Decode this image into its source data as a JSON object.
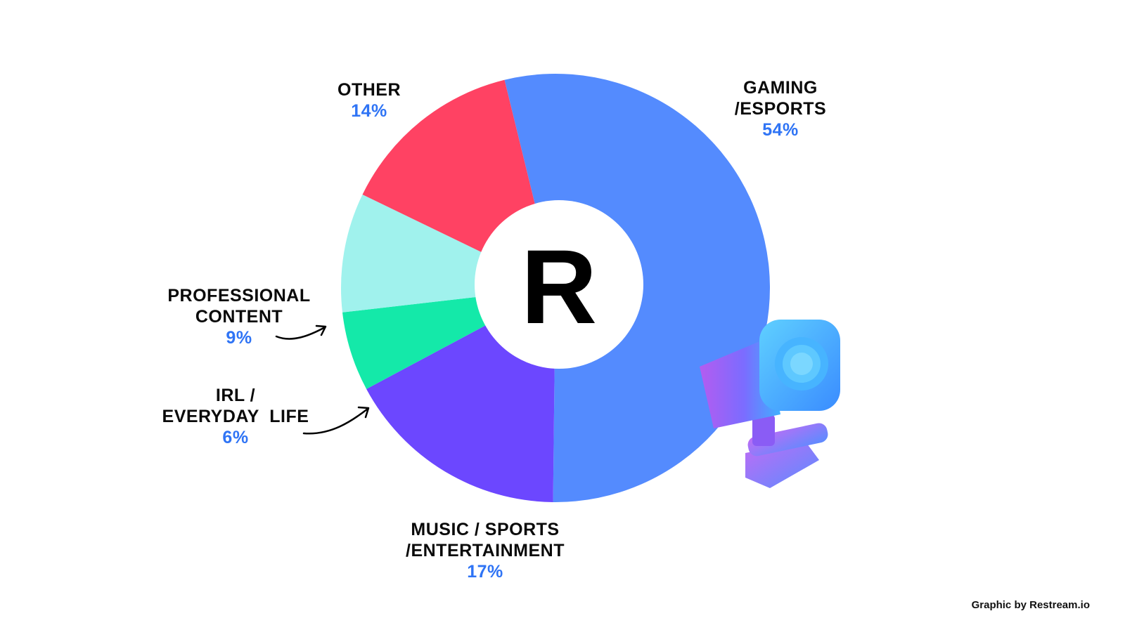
{
  "chart_data": {
    "type": "pie",
    "donut": true,
    "center_mark": "R",
    "slices": [
      {
        "key": "gaming",
        "name_lines": [
          "GAMING",
          "/ESPORTS"
        ],
        "percent_label": "54%",
        "value": 54,
        "color": "#548bfe"
      },
      {
        "key": "music",
        "name_lines": [
          "MUSIC / SPORTS",
          "/ENTERTAINMENT"
        ],
        "percent_label": "17%",
        "value": 17,
        "color": "#6c47ff"
      },
      {
        "key": "irl",
        "name_lines": [
          "IRL /",
          "EVERYDAY  LIFE"
        ],
        "percent_label": "6%",
        "value": 6,
        "color": "#14e9a9"
      },
      {
        "key": "professional",
        "name_lines": [
          "PROFESSIONAL",
          "CONTENT"
        ],
        "percent_label": "9%",
        "value": 9,
        "color": "#a0f2ed"
      },
      {
        "key": "other",
        "name_lines": [
          "OTHER"
        ],
        "percent_label": "14%",
        "value": 14,
        "color": "#ff4263"
      }
    ],
    "label_percent_color": "#2f74f5"
  },
  "credit": "Graphic by Restream.io",
  "icons": {
    "camera": "webcam-icon"
  }
}
